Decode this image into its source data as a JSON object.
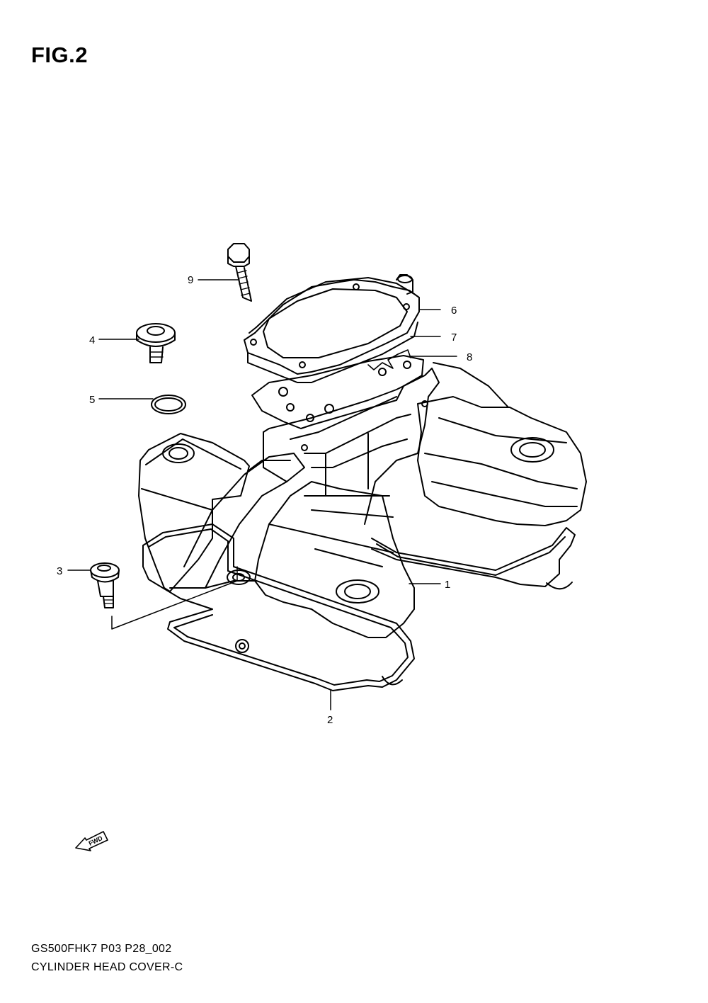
{
  "figure": {
    "title": "FIG.2"
  },
  "callouts": [
    {
      "id": "1",
      "label": "1"
    },
    {
      "id": "2",
      "label": "2"
    },
    {
      "id": "3",
      "label": "3"
    },
    {
      "id": "4",
      "label": "4"
    },
    {
      "id": "5",
      "label": "5"
    },
    {
      "id": "6",
      "label": "6"
    },
    {
      "id": "7",
      "label": "7"
    },
    {
      "id": "8",
      "label": "8"
    },
    {
      "id": "9",
      "label": "9"
    }
  ],
  "direction_indicator": {
    "text": "FWD"
  },
  "footer": {
    "model_code": "GS500FHK7 P03 P28_002",
    "part_group": "CYLINDER HEAD COVER-C"
  }
}
